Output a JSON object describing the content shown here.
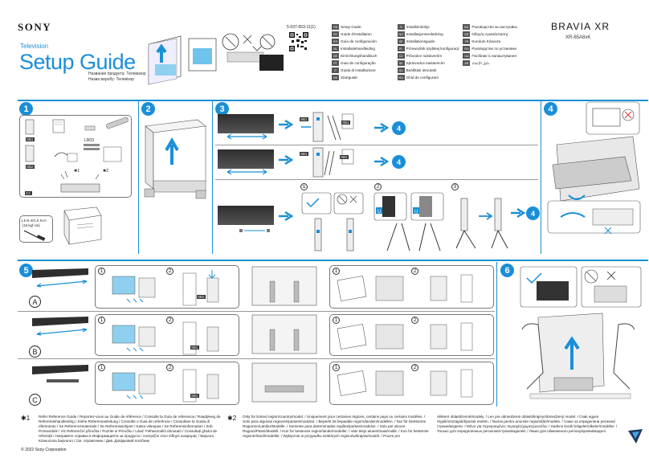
{
  "header": {
    "brand": "SONY",
    "category": "Television",
    "title": "Setup Guide",
    "title_sub_1": "Название продукта: Телевизор",
    "title_sub_2": "Назва виробу: Телевізор",
    "doc_code": "5-037-653-11(1)",
    "product_line": "BRAVIA XR",
    "model": "XR-65A8xK"
  },
  "languages": [
    {
      "code": "GB",
      "label": "Setup Guide"
    },
    {
      "code": "FR",
      "label": "Guide d'installation"
    },
    {
      "code": "ES",
      "label": "Guía de configuración"
    },
    {
      "code": "NL",
      "label": "Installatiehandleiding"
    },
    {
      "code": "DE",
      "label": "Einrichtungshandbuch"
    },
    {
      "code": "PT",
      "label": "Guia de configuração"
    },
    {
      "code": "IT",
      "label": "Guida di installazione"
    },
    {
      "code": "DK",
      "label": "Startguide"
    },
    {
      "code": "FI",
      "label": "Installointiohje"
    },
    {
      "code": "NO",
      "label": "Installasjonsveiledning"
    },
    {
      "code": "SE",
      "label": "Installationsguide"
    },
    {
      "code": "PL",
      "label": "Przewodnik szybkiej konfiguracji"
    },
    {
      "code": "CZ",
      "label": "Průvodce nastavením"
    },
    {
      "code": "SK",
      "label": "Sprievodca nastavením"
    },
    {
      "code": "HU",
      "label": "Beállítási útmutató"
    },
    {
      "code": "RO",
      "label": "Ghid de configurare"
    },
    {
      "code": "BG",
      "label": "Ръководство за настройка"
    },
    {
      "code": "GR",
      "label": "Οδηγός εγκατάστασης"
    },
    {
      "code": "TR",
      "label": "Kurulum Kılavuzu"
    },
    {
      "code": "RU",
      "label": "Руководство по установке"
    },
    {
      "code": "UA",
      "label": "Посібник із налаштування"
    },
    {
      "code": "AR",
      "label": "دليل الإعداد"
    }
  ],
  "steps": {
    "s1": "1",
    "s2": "2",
    "s3": "3",
    "s4": "4",
    "s5": "5",
    "s6": "6",
    "goto4": "4",
    "sub1": "1",
    "sub2": "2",
    "sub3": "3"
  },
  "parts": {
    "sb1": "SB1",
    "sb2": "SB2",
    "cc": "CC",
    "lr03": "LR03",
    "star1": "✱1",
    "star2": "✱2",
    "torque": "1.5 N·m/1.5 N·m",
    "torque_kgf": "{15 kgf·cm}"
  },
  "variants": {
    "a": "A",
    "b": "B",
    "c": "C"
  },
  "footnotes": {
    "star1_mark": "✱1",
    "star1_text": "Refer Reference Guide / Reportez-vous au Guide de référence / Consulte la Guía de referencia / Raadpleeg de Referentiehandleiding / Siehe Referenzanleitung / Consulte o Guia de referência / Consultare la Guida di riferimento / Se Referencemateriale / Se Referenssiohjeet / Katso viiteopas / Se Referensinformation / Zob. Przewodnik / Viz Referenční příručka / Pozrite si Príručku / Lásd: Felhasználói útmutató / Consultați ghidul de referință / Направете справка в Информацията за продукта / Ανατρέξτε στον Οδηγό αναφοράς / Başvuru Kılavuzuna başvurun / См. справочник / Див. Довідковий посібник",
    "star2_mark": "✱2",
    "star2_text": "Only for limited region/country/model. / Uniquement pour certaines régions, certains pays ou certains modèles. / Solo para algunas regiones/países/modelos. / Beperkt tot bepaalde regio's/landen/modellen. / Nur für bestimmte Regionen/Länder/Modelle. / Somente para determinadas regiões/países/modelos. / Solo per alcune Regioni/Paesi/Modelli. / Kun for bestemte region/lande/modeller. / Vain tietyt alueet/maat/mallit. / Kun for bestemte regioner/land/modeller. / Wyłącznie w przypadku niektórych regionów/krajów/modeli. / Pouze pro",
    "star2_text_cont": "některé oblasti/země/modely. / Len pre obmedzené oblasti/krajiny/obmedzený model. / Csak egyes régiók/országok/típusok esetén. / Numai pentru anumite regiuni/țări/modele. / Само за определени региони/страни/модели. / Μόνο για περιορισμένες περιοχές/χώρες/μοντέλα. / Sadece kısıtlı bölgeler/ülkeler/modeller. / Только для определенных регионов/стран/моделей. / Лише для обмеженого регіону/країни/моделі.",
    "copyright": "© 2022 Sony Corporation"
  }
}
